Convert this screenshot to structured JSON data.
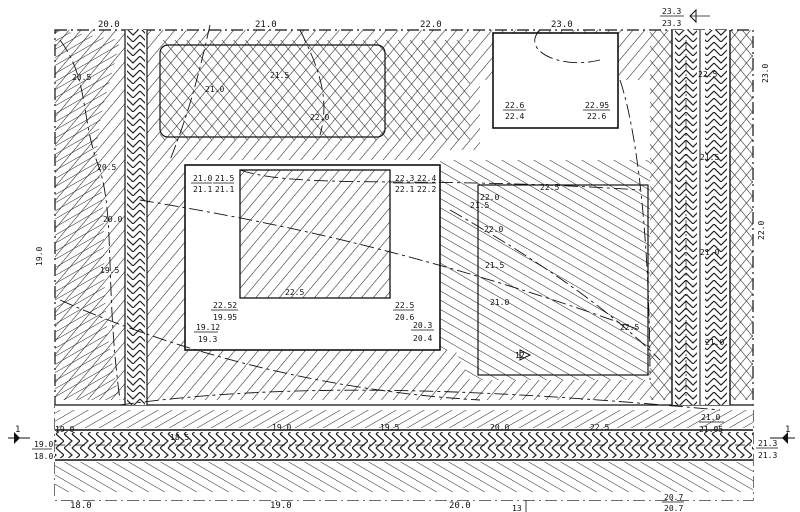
{
  "contours": [
    "20.0",
    "21.0",
    "22.0",
    "23.0",
    "20.5",
    "21.5",
    "22.0",
    "21.0",
    "20.5",
    "20.0",
    "19.5",
    "19.0",
    "22.5",
    "22.0",
    "21.5",
    "21.0",
    "23.0",
    "22.5",
    "22.0",
    "21.0",
    "21.5",
    "22.5",
    "18.5",
    "19.0",
    "19.5",
    "20.0",
    "22.5",
    "21.5",
    "21.0",
    "22.0",
    "22.5",
    "19.0",
    "18.0",
    "19.0",
    "20.0"
  ],
  "spot_elevations": [
    {
      "top": "22.6",
      "bottom": "22.4"
    },
    {
      "top": "22.95",
      "bottom": "22.6"
    },
    {
      "top": "21.0",
      "bottom": "21.1"
    },
    {
      "top": "21.5",
      "bottom": "21.1"
    },
    {
      "top": "22.3",
      "bottom": "22.1"
    },
    {
      "top": "22.4",
      "bottom": "22.2"
    },
    {
      "top": "22.52",
      "bottom": "19.95"
    },
    {
      "top": "22.5",
      "bottom": "20.6"
    },
    {
      "top": "19.12",
      "bottom": "19.3"
    },
    {
      "top": "20.3",
      "bottom": "20.4"
    },
    {
      "top": "21.0",
      "bottom": "21.05"
    },
    {
      "top": "23.3",
      "bottom": "23.3"
    },
    {
      "top": "19.0",
      "bottom": "18.0"
    },
    {
      "top": "21.3",
      "bottom": "21.3"
    },
    {
      "top": "20.7",
      "bottom": "20.7"
    }
  ],
  "section_marks": [
    "1",
    "1"
  ],
  "markers": [
    "12",
    "13"
  ]
}
